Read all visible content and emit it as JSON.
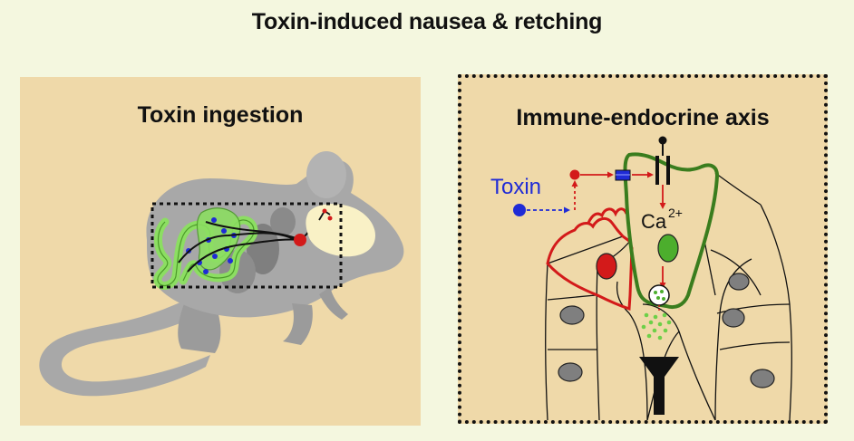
{
  "figure": {
    "title": "Toxin-induced nausea & retching"
  },
  "left_panel": {
    "title": "Toxin ingestion"
  },
  "right_panel": {
    "title": "Immune-endocrine axis",
    "toxin_label": "Toxin",
    "calcium_label": "Ca",
    "calcium_superscript": "2+"
  },
  "colors": {
    "background": "#f4f7df",
    "panel_fill": "#efd9a9",
    "mouse_gray": "#a8a8a8",
    "intestine_green": "#8cde62",
    "cell_green_outline": "#3a7d1e",
    "immune_red": "#d31a1a",
    "toxin_blue": "#1f2bd6",
    "nucleus_gray": "#7f7f7f",
    "brain_cream": "#f9f1c6"
  }
}
